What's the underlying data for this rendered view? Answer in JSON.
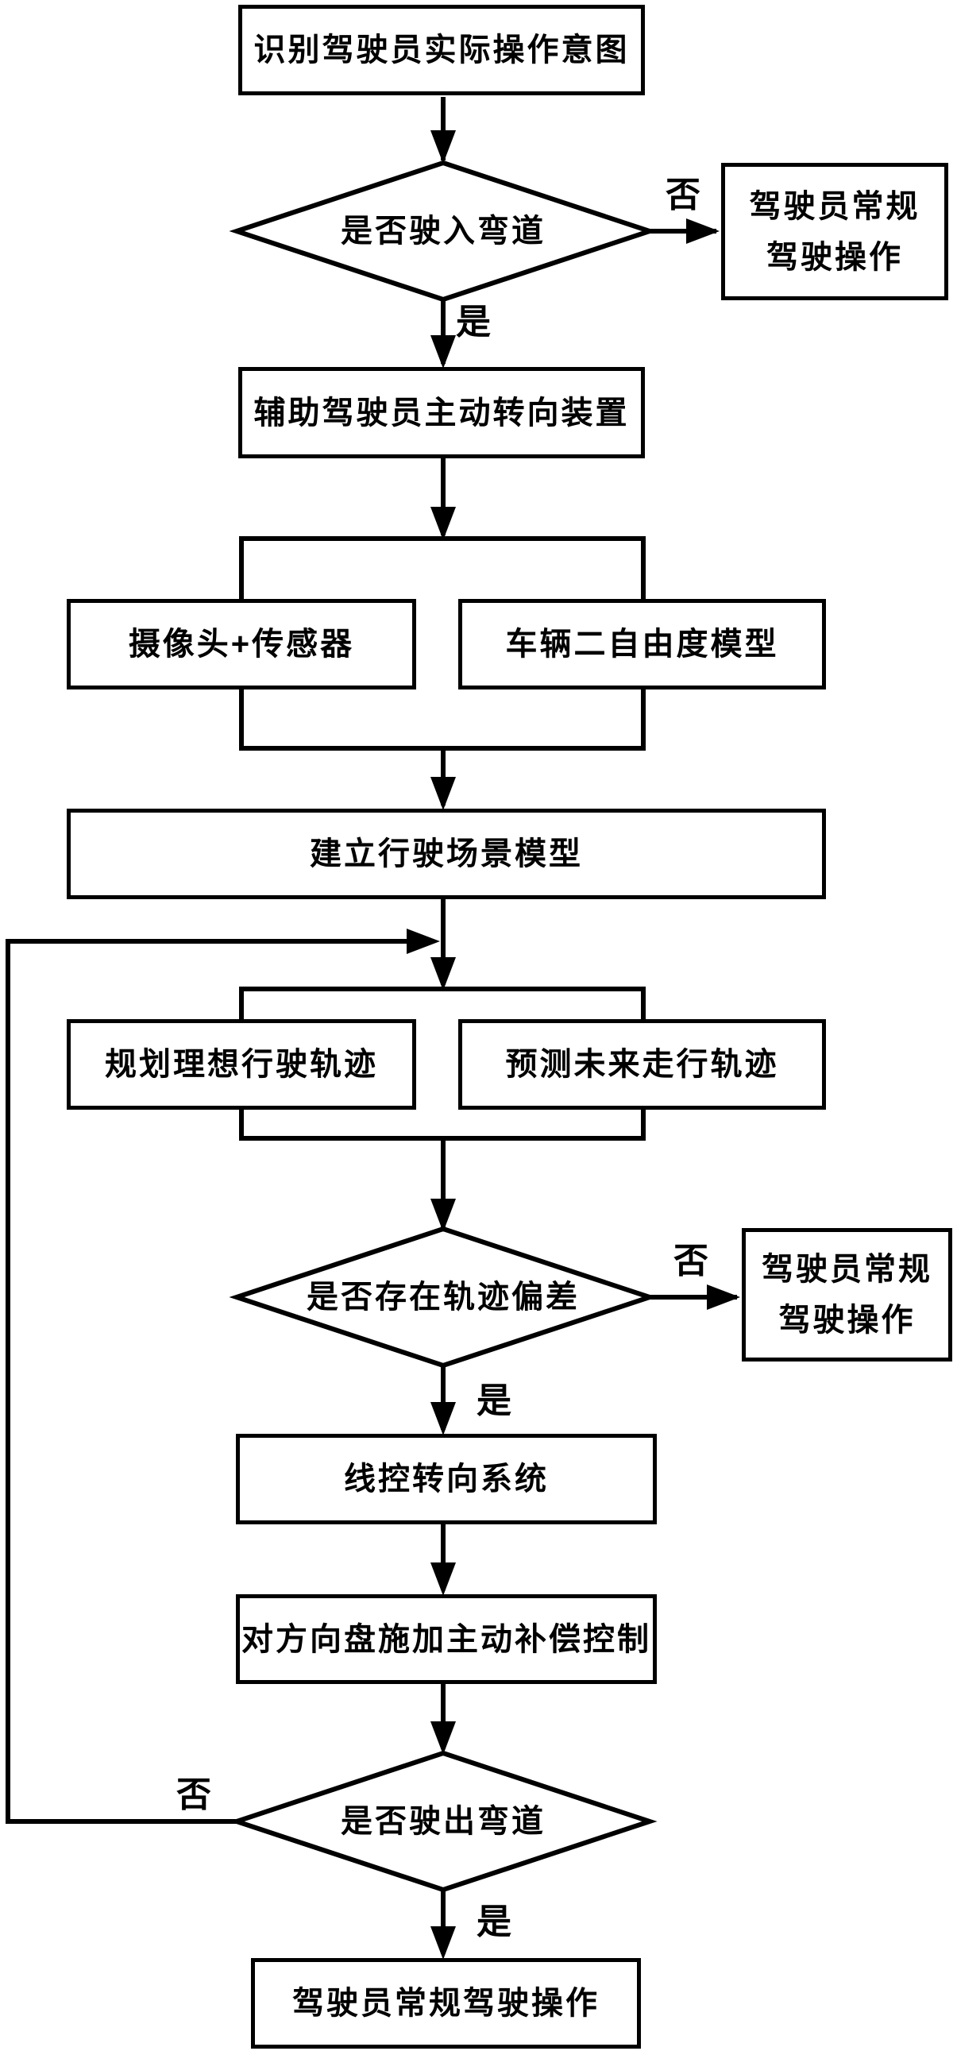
{
  "diagram": {
    "type": "flowchart",
    "colors": {
      "stroke": "#000000",
      "node_fill": "#ffffff",
      "background": "#ffffff"
    },
    "nodes": [
      {
        "id": "identify-intent",
        "type": "process",
        "label": "识别驾驶员实际操作意图"
      },
      {
        "id": "enter-curve-decision",
        "type": "decision",
        "label": "是否驶入弯道"
      },
      {
        "id": "normal-driving-1",
        "type": "process",
        "label": "驾驶员常规\n驾驶操作"
      },
      {
        "id": "active-steering-assist",
        "type": "process",
        "label": "辅助驾驶员主动转向装置"
      },
      {
        "id": "camera-sensor",
        "type": "process",
        "label": "摄像头+传感器"
      },
      {
        "id": "vehicle-2dof-model",
        "type": "process",
        "label": "车辆二自由度模型"
      },
      {
        "id": "driving-scene-model",
        "type": "process",
        "label": "建立行驶场景模型"
      },
      {
        "id": "plan-ideal-trajectory",
        "type": "process",
        "label": "规划理想行驶轨迹"
      },
      {
        "id": "predict-future-trajectory",
        "type": "process",
        "label": "预测未来走行轨迹"
      },
      {
        "id": "trajectory-deviation-decision",
        "type": "decision",
        "label": "是否存在轨迹偏差"
      },
      {
        "id": "normal-driving-2",
        "type": "process",
        "label": "驾驶员常规\n驾驶操作"
      },
      {
        "id": "steer-by-wire-system",
        "type": "process",
        "label": "线控转向系统"
      },
      {
        "id": "steering-wheel-compensation",
        "type": "process",
        "label": "对方向盘施加主动补偿控制"
      },
      {
        "id": "exit-curve-decision",
        "type": "decision",
        "label": "是否驶出弯道"
      },
      {
        "id": "normal-driving-end",
        "type": "process",
        "label": "驾驶员常规驾驶操作"
      }
    ],
    "edge_labels": {
      "yes": "是",
      "no": "否"
    }
  }
}
